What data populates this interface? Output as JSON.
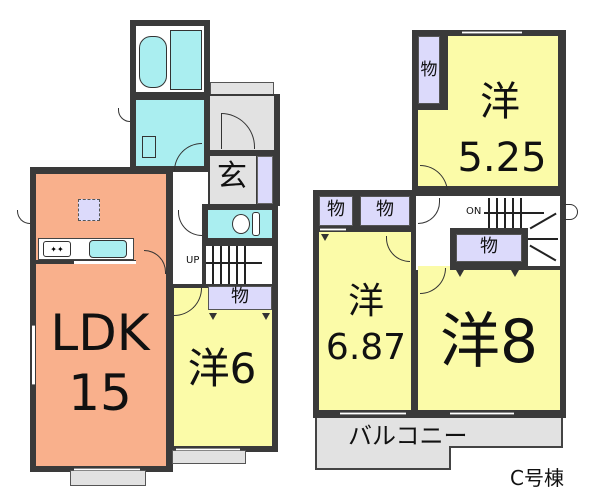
{
  "floor_plan": {
    "building_label": "C号棟",
    "first_floor": {
      "rooms": [
        {
          "id": "ldk",
          "label_line1": "LDK",
          "label_line2": "15",
          "color": "#f9b08c"
        },
        {
          "id": "western-6",
          "label": "洋6",
          "color": "#fbfba8"
        },
        {
          "id": "entrance",
          "label": "玄",
          "color": "#e2e2e2"
        },
        {
          "id": "storage-1f",
          "label": "物",
          "color": "#dcdafb"
        },
        {
          "id": "bathroom",
          "label": "",
          "color": "#aaeef0"
        },
        {
          "id": "washroom",
          "label": "",
          "color": "#aaeef0"
        },
        {
          "id": "toilet-1f",
          "label": "",
          "color": "#aaeef0"
        }
      ],
      "stairs_label": "UP"
    },
    "second_floor": {
      "rooms": [
        {
          "id": "western-5-25",
          "label_line1": "洋",
          "label_line2": "5.25",
          "color": "#fbfba8"
        },
        {
          "id": "western-6-87",
          "label_line1": "洋",
          "label_line2": "6.87",
          "color": "#fbfba8"
        },
        {
          "id": "western-8",
          "label": "洋8",
          "color": "#fbfba8"
        },
        {
          "id": "storage-a",
          "label": "物"
        },
        {
          "id": "storage-b",
          "label": "物"
        },
        {
          "id": "storage-c",
          "label": "物"
        },
        {
          "id": "storage-d",
          "label": "物"
        },
        {
          "id": "balcony",
          "label": "バルコニー",
          "color": "#e2e2e2"
        }
      ],
      "stairs_label": "ON"
    }
  }
}
